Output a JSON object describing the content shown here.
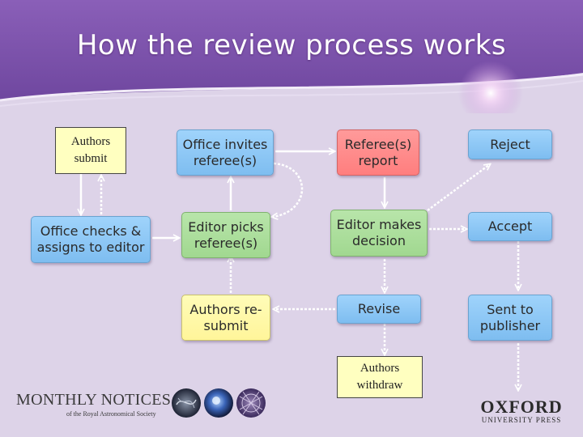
{
  "title": "How the review process works",
  "boxes": {
    "authors_submit": "Authors submit",
    "office_invites": "Office invites referee(s)",
    "referee_report": "Referee(s) report",
    "reject": "Reject",
    "office_checks": "Office checks & assigns to editor",
    "editor_picks": "Editor picks referee(s)",
    "editor_decision": "Editor makes decision",
    "accept": "Accept",
    "authors_resubmit": "Authors re-submit",
    "revise": "Revise",
    "sent_to_publisher": "Sent to publisher",
    "authors_withdraw": "Authors withdraw"
  },
  "logos": {
    "monthly_notices": "MONTHLY NOTICES",
    "ras": "of the Royal Astronomical Society",
    "oxford": "OXFORD",
    "oup": "UNIVERSITY PRESS"
  },
  "colors": {
    "header": "#7a52a8",
    "background": "#ddd3e8",
    "blue": "#8cc8f6",
    "yellow": "#fff7a6",
    "green": "#aadd98",
    "red": "#ff8888",
    "note": "#ffffc0"
  }
}
